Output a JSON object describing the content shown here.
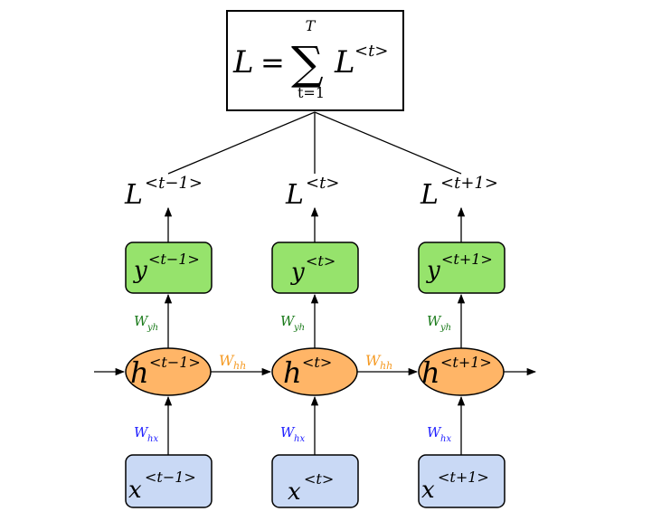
{
  "loss_box": {
    "lhs": "L",
    "eq": "=",
    "sum_symbol": "∑",
    "upper": "T",
    "lower": "t=1",
    "term": "L",
    "term_sup": "<t>"
  },
  "columns": [
    {
      "loss": "L",
      "loss_sup": "<t−1>",
      "output": "y",
      "output_sup": "<t−1>",
      "hidden": "h",
      "hidden_sup": "<t−1>",
      "input": "x",
      "input_sup": "<t−1>",
      "w_yh": "W",
      "w_yh_sub": "yh",
      "w_hx": "W",
      "w_hx_sub": "hx"
    },
    {
      "loss": "L",
      "loss_sup": "<t>",
      "output": "y",
      "output_sup": "<t>",
      "hidden": "h",
      "hidden_sup": "<t>",
      "input": "x",
      "input_sup": "<t>",
      "w_yh": "W",
      "w_yh_sub": "yh",
      "w_hx": "W",
      "w_hx_sub": "hx"
    },
    {
      "loss": "L",
      "loss_sup": "<t+1>",
      "output": "y",
      "output_sup": "<t+1>",
      "hidden": "h",
      "hidden_sup": "<t+1>",
      "input": "x",
      "input_sup": "<t+1>",
      "w_yh": "W",
      "w_yh_sub": "yh",
      "w_hx": "W",
      "w_hx_sub": "hx"
    }
  ],
  "recurrent_weights": [
    {
      "w": "W",
      "sub": "hh"
    },
    {
      "w": "W",
      "sub": "hh"
    }
  ],
  "colors": {
    "output_fill": "#96e36c",
    "hidden_fill": "#ffb567",
    "input_fill": "#c9d9f5",
    "w_yh_color": "#1a7a1a",
    "w_hh_color": "#f59a23",
    "w_hx_color": "#1f1fff",
    "stroke": "#000000"
  }
}
